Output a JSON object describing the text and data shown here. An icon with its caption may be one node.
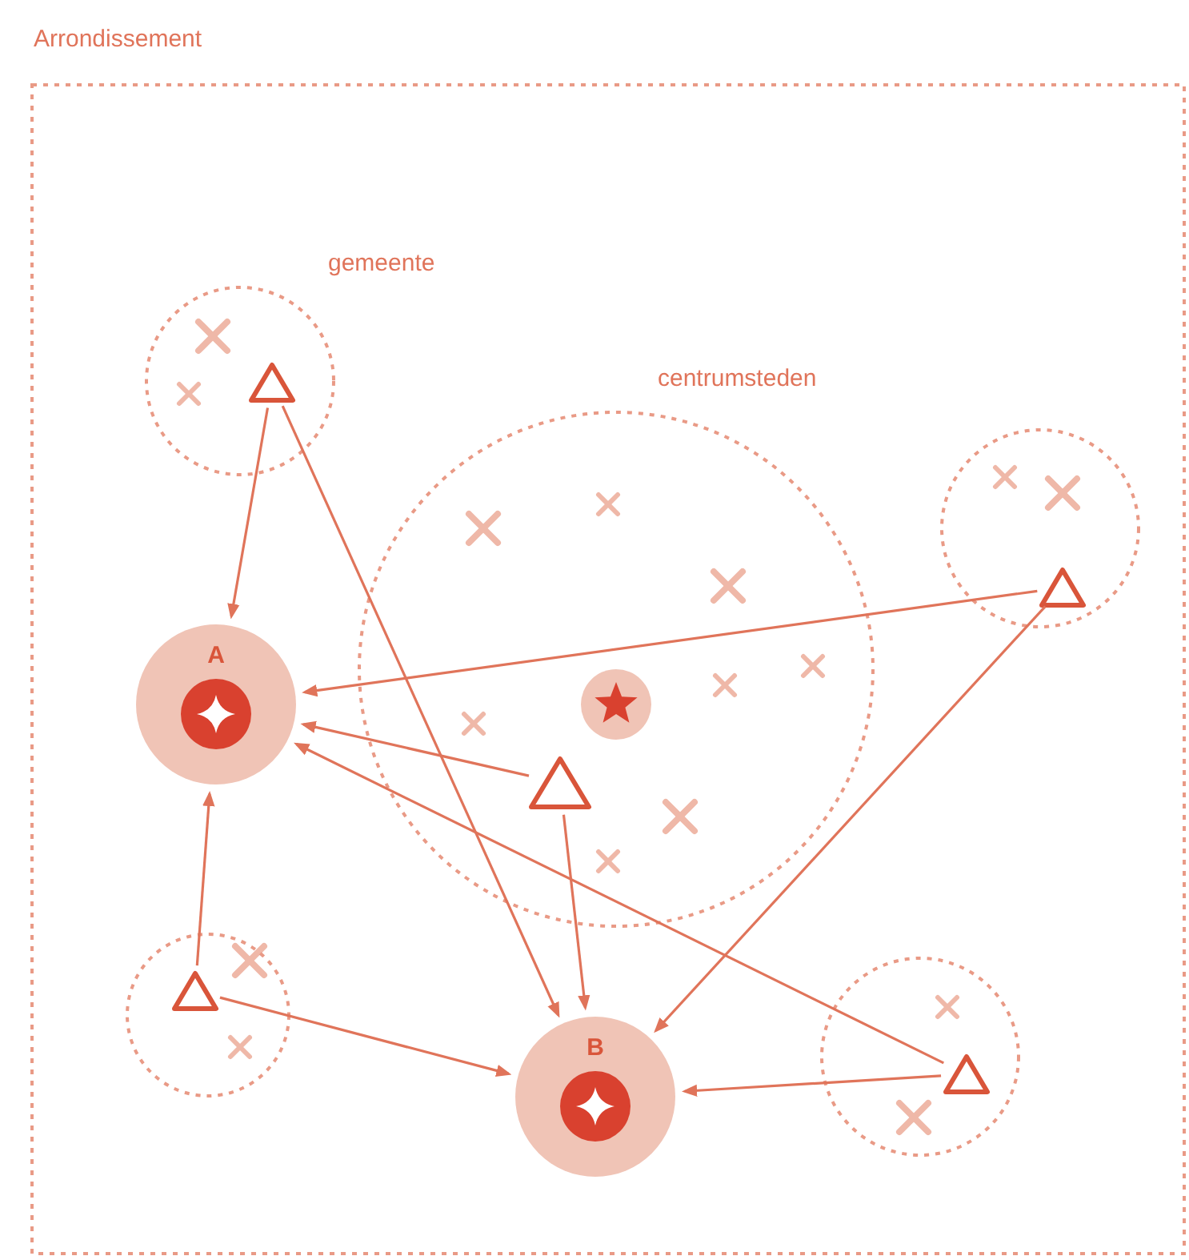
{
  "diagram": {
    "nodes": [
      {
        "text": [
          "Arrondissement"
        ]
      },
      {
        "text": [
          "gemeente"
        ],
        "in": 0
      },
      {
        "text": [],
        "shape": "triangle",
        "in": 1
      },
      {
        "text": [
          "centrumsteden"
        ],
        "in": 0
      },
      {
        "text": [],
        "shape": "circle",
        "in": 3
      },
      {
        "text": [],
        "shape": "triangle",
        "in": 3
      },
      {
        "text": [],
        "shape": "circle",
        "in": 0
      },
      {
        "text": [],
        "shape": "triangle",
        "in": 6
      },
      {
        "text": [
          "A"
        ],
        "in": 0
      },
      {
        "text": [],
        "shape": "circle",
        "in": 0
      },
      {
        "text": [],
        "shape": "triangle",
        "in": 9
      },
      {
        "text": [
          "B"
        ],
        "in": 0
      },
      {
        "text": [],
        "shape": "circle",
        "in": 0
      },
      {
        "text": [],
        "shape": "triangle",
        "in": 12
      }
    ],
    "edges": [
      {
        "from": 2,
        "to": 8,
        "arrow": "to"
      },
      {
        "from": 2,
        "to": 11,
        "arrow": "to"
      },
      {
        "from": 7,
        "to": 8,
        "arrow": "to"
      },
      {
        "from": 7,
        "to": 11,
        "arrow": "to"
      },
      {
        "from": 5,
        "to": 8,
        "arrow": "to"
      },
      {
        "from": 5,
        "to": 11,
        "arrow": "to"
      },
      {
        "from": 13,
        "to": 8,
        "arrow": "to"
      },
      {
        "from": 13,
        "to": 11,
        "arrow": "to"
      },
      {
        "from": 10,
        "to": 8,
        "arrow": "to"
      },
      {
        "from": 10,
        "to": 11,
        "arrow": "to"
      }
    ]
  }
}
